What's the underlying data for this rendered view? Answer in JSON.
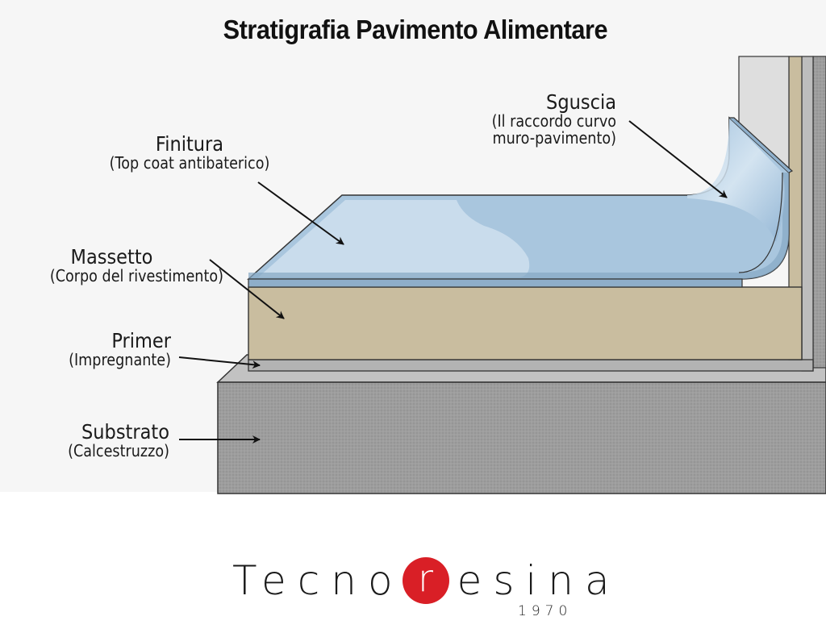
{
  "title": "Stratigrafia Pavimento Alimentare",
  "labels": {
    "finitura": {
      "name": "Finitura",
      "desc": "(Top coat antibaterico)"
    },
    "massetto": {
      "name": "Massetto",
      "desc": "(Corpo del rivestimento)"
    },
    "primer": {
      "name": "Primer",
      "desc": "(Impregnante)"
    },
    "substrato": {
      "name": "Substrato",
      "desc": "(Calcestruzzo)"
    },
    "sguscia": {
      "name": "Sguscia",
      "desc_line1": "(Il raccordo curvo",
      "desc_line2": "muro-pavimento)"
    }
  },
  "logo": {
    "prefix": "Tecno",
    "highlight": "r",
    "suffix": "esina",
    "year": "1970",
    "accent_color": "#d91f26"
  },
  "colors": {
    "topcoat": "#a9c6de",
    "topcoat_light": "#c9dcec",
    "massetto": "#c9bd9f",
    "primer": "#b5b5b5",
    "substrato": "#9c9c9c",
    "wall": "#dcdcdc"
  }
}
